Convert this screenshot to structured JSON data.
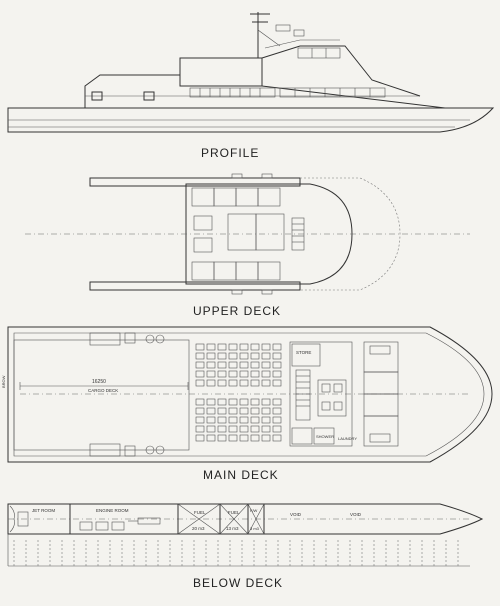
{
  "views": {
    "profile": {
      "caption": "PROFILE"
    },
    "upper_deck": {
      "caption": "UPPER DECK"
    },
    "main_deck": {
      "caption": "MAIN DECK",
      "labels": {
        "dimension": "16250",
        "cargo_deck": "CARGO DECK",
        "store": "STORE",
        "laundry": "LAUNDRY",
        "shower": "SHOWER",
        "side_note": "BROW"
      }
    },
    "below_deck": {
      "caption": "BELOW DECK",
      "labels": {
        "jet_room": "JET ROOM",
        "engine_room": "ENGINE ROOM",
        "fuel_1": "FUEL",
        "fuel_1_cap": "20 m3",
        "fuel_2": "FUEL",
        "fuel_2_cap": "13 m3",
        "fw": "F/W",
        "fw_cap": "3 m3",
        "void_1": "VOID",
        "void_2": "VOID"
      }
    }
  }
}
